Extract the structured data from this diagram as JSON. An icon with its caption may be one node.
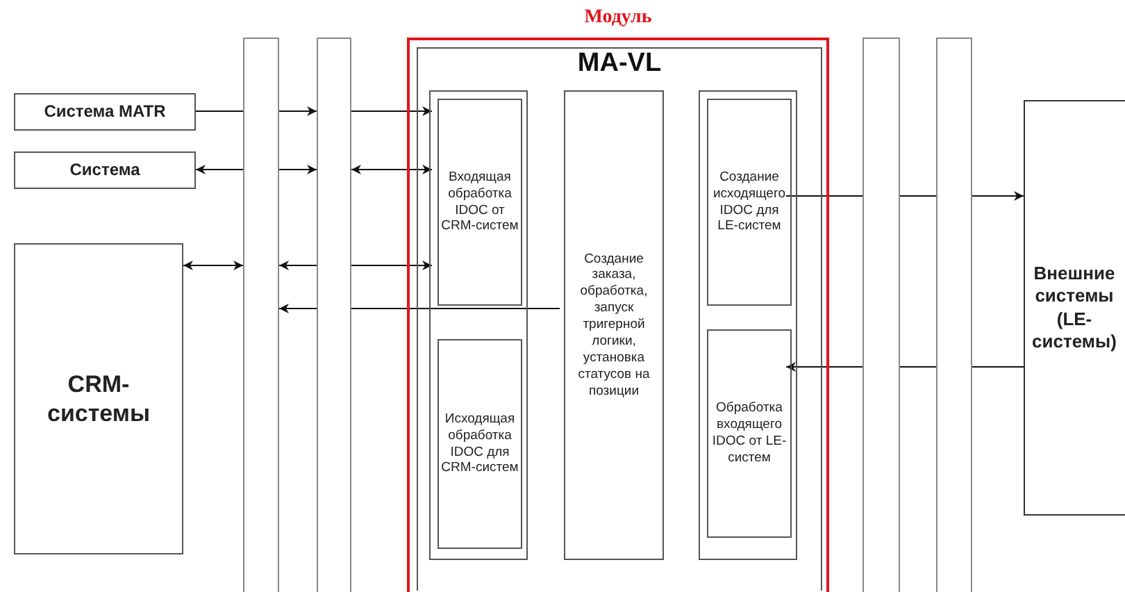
{
  "diagram": {
    "nodes": [
      {
        "text": [
          "Система MATR"
        ]
      },
      {
        "text": [
          "Система"
        ]
      },
      {
        "text": [
          "CRM-системы"
        ]
      },
      {
        "text": [],
        "shape": "bar"
      },
      {
        "text": [],
        "shape": "bar"
      },
      {
        "text": [
          "Модуль"
        ]
      },
      {
        "text": [
          "MA-VL"
        ],
        "in": 5
      },
      {
        "text": [],
        "shape": "box",
        "in": 6
      },
      {
        "text": [
          "Входящая обработка IDOC от CRM-систем"
        ],
        "in": 7
      },
      {
        "text": [
          "Исходящая обработка IDOC для CRM-систем"
        ],
        "in": 7
      },
      {
        "text": [
          "Создание заказа, обработка, запуск тригерной логики, установка статусов на позиции"
        ],
        "in": 6
      },
      {
        "text": [],
        "shape": "box",
        "in": 6
      },
      {
        "text": [
          "Создание исходящего IDOC для LE-систем"
        ],
        "in": 11
      },
      {
        "text": [
          "Обработка входящего IDOC от LE-систем"
        ],
        "in": 11
      },
      {
        "text": [],
        "shape": "bar"
      },
      {
        "text": [],
        "shape": "bar"
      },
      {
        "text": [
          "Внешние системы (LE-системы)"
        ]
      }
    ],
    "edges": [
      {
        "from": 0,
        "to": 3,
        "arrow": "none"
      },
      {
        "from": 3,
        "to": 4,
        "arrow": "to"
      },
      {
        "from": 4,
        "to": 8,
        "arrow": "to"
      },
      {
        "from": 3,
        "to": 1,
        "arrow": "to"
      },
      {
        "from": 3,
        "to": 4,
        "arrow": "to"
      },
      {
        "from": 4,
        "to": 8,
        "arrow": "both"
      },
      {
        "from": 2,
        "to": 3,
        "arrow": "both"
      },
      {
        "from": 4,
        "to": 3,
        "arrow": "to"
      },
      {
        "from": 4,
        "to": 8,
        "arrow": "to"
      },
      {
        "from": 10,
        "to": 4,
        "arrow": "none"
      },
      {
        "from": 4,
        "to": 3,
        "arrow": "to"
      },
      {
        "from": 12,
        "to": 14,
        "arrow": "none"
      },
      {
        "from": 14,
        "to": 15,
        "arrow": "none"
      },
      {
        "from": 15,
        "to": 16,
        "arrow": "to"
      },
      {
        "from": 16,
        "to": 15,
        "arrow": "none"
      },
      {
        "from": 15,
        "to": 14,
        "arrow": "none"
      },
      {
        "from": 14,
        "to": 13,
        "arrow": "to"
      }
    ]
  }
}
